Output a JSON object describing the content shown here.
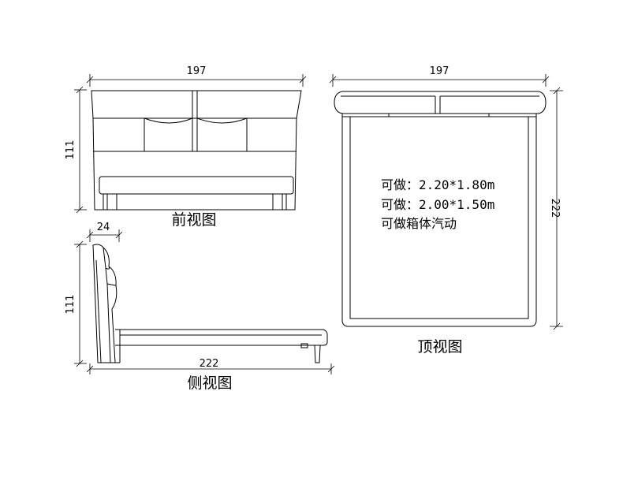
{
  "front_view": {
    "title": "前视图",
    "width_label": "197",
    "height_label": "111"
  },
  "side_view": {
    "title": "侧视图",
    "headboard_thickness_label": "24",
    "height_label": "111",
    "length_label": "222"
  },
  "top_view": {
    "title": "顶视图",
    "width_label": "197",
    "length_label": "222",
    "notes": [
      "可做：2.20*1.80m",
      "可做：2.00*1.50m",
      "可做箱体汽动"
    ]
  }
}
